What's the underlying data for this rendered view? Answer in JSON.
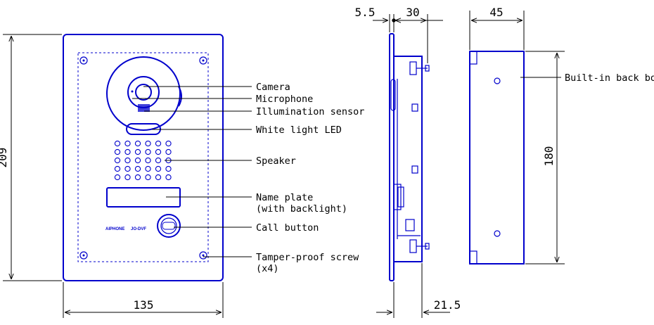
{
  "dimensions": {
    "front_height": "209",
    "front_width": "135",
    "side_depth_top": "30",
    "side_offset_top": "5.5",
    "side_depth_bottom": "21.5",
    "box_width": "45",
    "box_height": "180"
  },
  "labels": {
    "camera": "Camera",
    "microphone": "Microphone",
    "illumination_sensor": "Illumination sensor",
    "white_light_led": "White light LED",
    "speaker": "Speaker",
    "name_plate_line1": "Name plate",
    "name_plate_line2": "(with backlight)",
    "call_button": "Call button",
    "tamper_line1": "Tamper-proof screw",
    "tamper_line2": "(x4)",
    "back_box": "Built-in back box"
  },
  "brand": {
    "logo": "AIPHONE",
    "model": "JO-DVF"
  },
  "colors": {
    "outline": "#0000cc",
    "dimension": "#000000"
  }
}
